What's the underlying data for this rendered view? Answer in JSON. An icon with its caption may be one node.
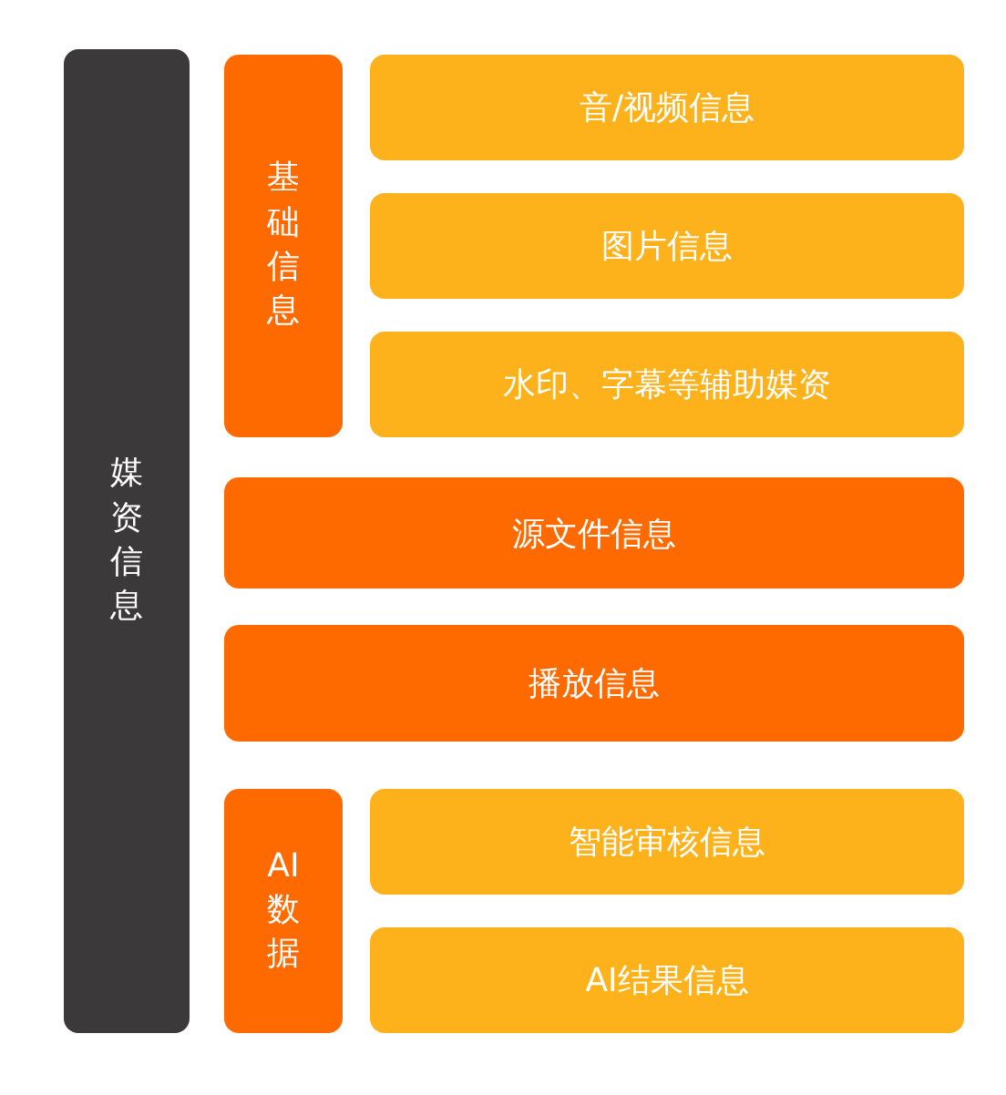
{
  "diagram": {
    "nodes": [
      {
        "text": [
          "媒资信息"
        ]
      },
      {
        "text": [
          "基础信息"
        ]
      },
      {
        "text": [
          "音/视频信息"
        ]
      },
      {
        "text": [
          "图片信息"
        ]
      },
      {
        "text": [
          "水印、字幕等辅助媒资"
        ]
      },
      {
        "text": [
          "源文件信息"
        ]
      },
      {
        "text": [
          "播放信息"
        ]
      },
      {
        "text": [
          "AI数据"
        ]
      },
      {
        "text": [
          "智能审核信息"
        ]
      },
      {
        "text": [
          "AI结果信息"
        ]
      }
    ]
  }
}
